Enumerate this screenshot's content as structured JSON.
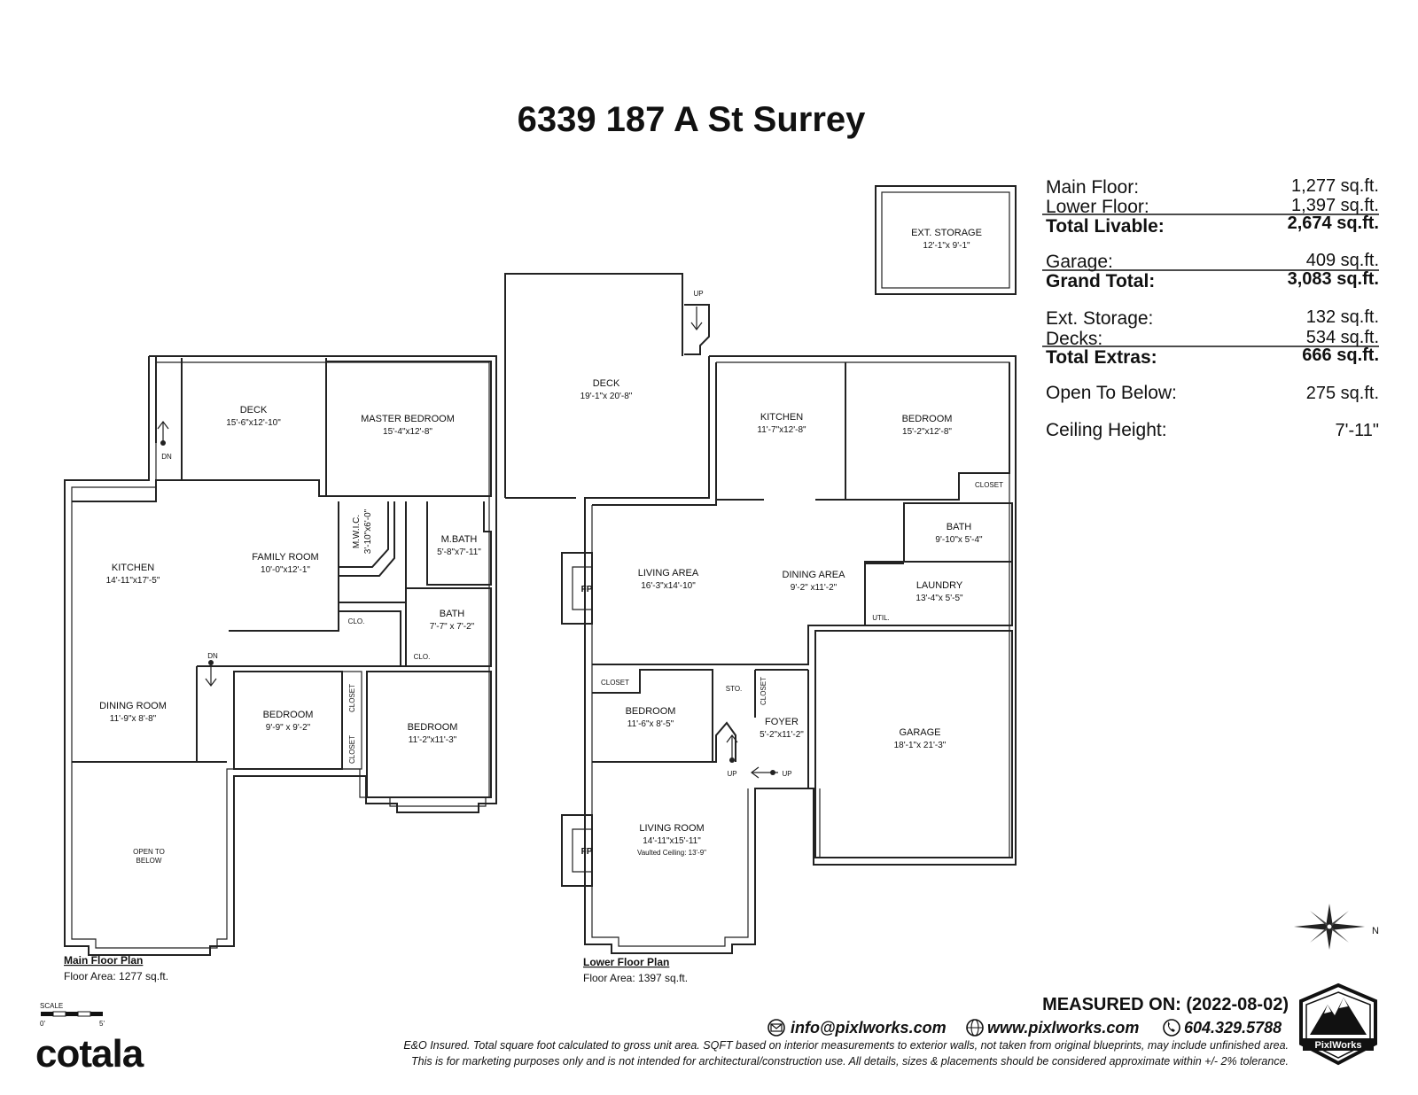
{
  "title": "6339 187 A St Surrey",
  "stats": [
    {
      "label": "Main Floor:",
      "value": "1,277 sq.ft.",
      "bold": false
    },
    {
      "label": "Lower Floor:",
      "value": "1,397 sq.ft.",
      "bold": false
    },
    {
      "label": "Total Livable:",
      "value": "2,674 sq.ft.",
      "bold": true
    },
    {
      "label": "Garage:",
      "value": "409 sq.ft.",
      "bold": false
    },
    {
      "label": "Grand Total:",
      "value": "3,083 sq.ft.",
      "bold": true
    },
    {
      "label": "Ext. Storage:",
      "value": "132 sq.ft.",
      "bold": false
    },
    {
      "label": "Decks:",
      "value": "534 sq.ft.",
      "bold": false
    },
    {
      "label": "Total Extras:",
      "value": "666 sq.ft.",
      "bold": true
    },
    {
      "label": "Open To Below:",
      "value": "275 sq.ft.",
      "bold": false
    },
    {
      "label": "Ceiling Height:",
      "value": "7'-11\"",
      "bold": false
    }
  ],
  "main_floor": {
    "caption": "Main Floor Plan",
    "area": "Floor Area: 1277 sq.ft.",
    "rooms": [
      {
        "name": "DECK",
        "dim": "15'-6\"x12'-10\""
      },
      {
        "name": "MASTER BEDROOM",
        "dim": "15'-4\"x12'-8\""
      },
      {
        "name": "KITCHEN",
        "dim": "14'-11\"x17'-5\""
      },
      {
        "name": "FAMILY ROOM",
        "dim": "10'-0\"x12'-1\""
      },
      {
        "name": "M.W.I.C.",
        "dim": "3'-10\"x6'-0\""
      },
      {
        "name": "M.BATH",
        "dim": "5'-8\"x7'-11\""
      },
      {
        "name": "BATH",
        "dim": "7'-7\" x 7'-2\""
      },
      {
        "name": "DINING ROOM",
        "dim": "11'-9\"x 8'-8\""
      },
      {
        "name": "BEDROOM",
        "dim": "9'-9\" x 9'-2\""
      },
      {
        "name": "BEDROOM",
        "dim": "11'-2\"x11'-3\""
      }
    ],
    "labels": {
      "open1": "OPEN TO",
      "open2": "BELOW",
      "clo1": "CLO.",
      "clo2": "CLO.",
      "closet1": "CLOSET",
      "closet2": "CLOSET",
      "dn1": "DN",
      "dn2": "DN"
    }
  },
  "lower_floor": {
    "caption": "Lower Floor Plan",
    "area": "Floor Area: 1397 sq.ft.",
    "rooms": [
      {
        "name": "EXT. STORAGE",
        "dim": "12'-1\"x 9'-1\""
      },
      {
        "name": "DECK",
        "dim": "19'-1\"x 20'-8\""
      },
      {
        "name": "KITCHEN",
        "dim": "11'-7\"x12'-8\""
      },
      {
        "name": "BEDROOM",
        "dim": "15'-2\"x12'-8\""
      },
      {
        "name": "BATH",
        "dim": "9'-10\"x 5'-4\""
      },
      {
        "name": "LIVING AREA",
        "dim": "16'-3\"x14'-10\""
      },
      {
        "name": "DINING AREA",
        "dim": "9'-2\" x11'-2\""
      },
      {
        "name": "LAUNDRY",
        "dim": "13'-4\"x 5'-5\""
      },
      {
        "name": "BEDROOM",
        "dim": "11'-6\"x 8'-5\""
      },
      {
        "name": "FOYER",
        "dim": "5'-2\"x11'-2\""
      },
      {
        "name": "GARAGE",
        "dim": "18'-1\"x 21'-3\""
      },
      {
        "name": "LIVING ROOM",
        "dim": "14'-11\"x15'-11\""
      }
    ],
    "labels": {
      "vaulted": "Vaulted Ceiling: 13'-9\"",
      "closet_a": "CLOSET",
      "closet_b": "CLOSET",
      "closet_c": "CLOSET",
      "sto": "STO.",
      "util": "UTIL.",
      "up1": "UP",
      "up2": "UP",
      "up3": "UP",
      "fp1": "FP",
      "fp2": "FP"
    }
  },
  "compass_letter": "N",
  "scale": {
    "label": "SCALE",
    "zero": "0'",
    "five": "5'"
  },
  "measured_on": "MEASURED ON: (2022-08-02)",
  "contact": {
    "email": "info@pixlworks.com",
    "web": "www.pixlworks.com",
    "phone": "604.329.5788"
  },
  "disclaimer": [
    "E&O Insured.  Total square foot calculated to gross unit area. SQFT based on interior measurements to exterior walls, not taken from original blueprints, may include unfinished area.",
    "This is for marketing purposes only and is not intended for architectural/construction use.  All details, sizes & placements should be considered approximate within +/- 2%  tolerance."
  ],
  "brand_left": "cotala",
  "brand_right": "PixlWorks"
}
